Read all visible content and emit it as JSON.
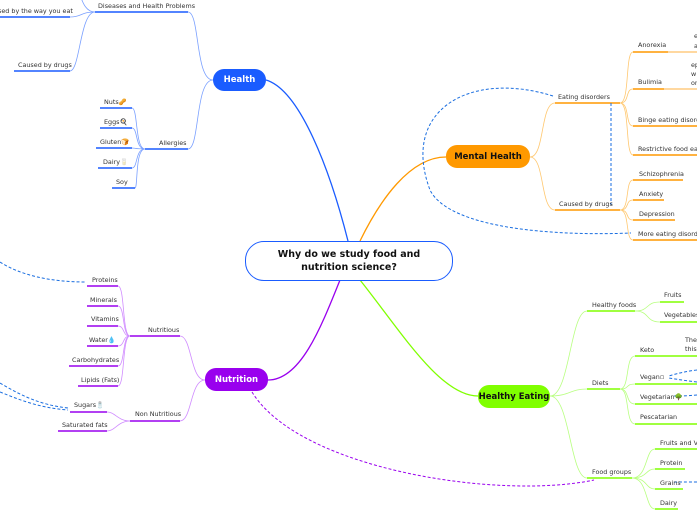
{
  "central": {
    "title": "Why do we study food and nutrition science?"
  },
  "colors": {
    "health": "#1a5cff",
    "mental_health": "#ff9900",
    "nutrition": "#9900ee",
    "healthy_eating": "#80ff00",
    "link": "#1a6ee0"
  },
  "health": {
    "label": "Health",
    "diseases": {
      "label": "Diseases and Health Problems",
      "children": [
        "used by the way you eat",
        "Caused by drugs"
      ]
    },
    "allergies": {
      "label": "Allergies",
      "children": [
        "Nuts🥜",
        "Eggs🍳",
        "Gluten🍞",
        "Dairy🥛",
        "Soy"
      ]
    }
  },
  "mental_health": {
    "label": "Mental Health",
    "eating_disorders": {
      "label": "Eating disorders",
      "children": [
        "Anorexia",
        "Bulimia",
        "Binge eating disorder",
        "Restrictive food eating"
      ]
    },
    "caused_by_drugs": {
      "label": "Caused by drugs",
      "children": [
        "Schizophrenia",
        "Anxiety",
        "Depression",
        "More eating disorders"
      ]
    },
    "fragments": [
      "e",
      "a",
      "ep",
      "w",
      "or"
    ]
  },
  "nutrition": {
    "label": "Nutrition",
    "nutritious": {
      "label": "Nutritious",
      "children": [
        "Proteins",
        "Minerals",
        "Vitamins",
        "Water💧",
        "Carbohydrates",
        "Lipids (Fats)"
      ]
    },
    "non_nutritious": {
      "label": "Non Nutritious",
      "children": [
        "Sugars🧂",
        "Saturated fats"
      ]
    }
  },
  "healthy_eating": {
    "label": "Healthy Eating",
    "healthy_foods": {
      "label": "Healthy foods",
      "children": [
        "Fruits",
        "Vegetables"
      ]
    },
    "diets": {
      "label": "Diets",
      "children": [
        "Keto",
        "Vegan▫",
        "Vegetarian🌳",
        "Pescatarian"
      ]
    },
    "keto_note": [
      "The",
      "this"
    ],
    "food_groups": {
      "label": "Food groups",
      "children": [
        "Fruits and Veg",
        "Protein",
        "Grains",
        "Dairy"
      ]
    }
  }
}
